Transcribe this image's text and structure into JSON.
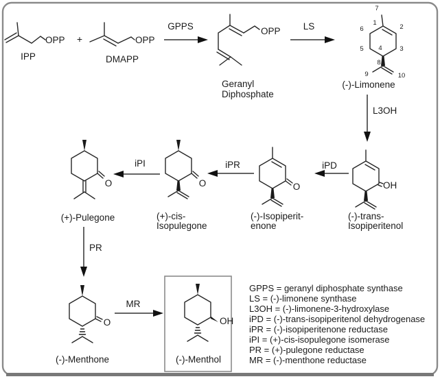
{
  "diagram_title": "menthol-biosynthesis-pathway",
  "pathway": {
    "plus": "+",
    "ipp": {
      "label": "IPP",
      "opp": "OPP"
    },
    "dmapp": {
      "label": "DMAPP",
      "opp": "OPP"
    },
    "gpp": {
      "line1": "Geranyl",
      "line2": "Diphosphate",
      "opp": "OPP"
    },
    "limonene": {
      "label": "(-)-Limonene",
      "numbers": [
        "1",
        "2",
        "3",
        "4",
        "5",
        "6",
        "7",
        "8",
        "9",
        "10"
      ]
    },
    "isopiperitenol": {
      "line1": "(-)-trans-",
      "line2": "Isopiperitenol",
      "group": "OH"
    },
    "isopiperitenone": {
      "line1": "(-)-Isopiperit-",
      "line2": "enone",
      "group": "O"
    },
    "isopulegone": {
      "line1": "(+)-cis-",
      "line2": "Isopulegone",
      "group": "O"
    },
    "pulegone": {
      "label": "(+)-Pulegone",
      "group": "O"
    },
    "menthone": {
      "label": "(-)-Menthone",
      "group": "O"
    },
    "menthol": {
      "label": "(-)-Menthol",
      "group": "OH"
    }
  },
  "enzymes": {
    "gpps": "GPPS",
    "ls": "LS",
    "l3oh": "L3OH",
    "ipd": "iPD",
    "ipr": "iPR",
    "ipi": "iPI",
    "pr": "PR",
    "mr": "MR"
  },
  "legend": {
    "lines": [
      "GPPS = geranyl diphosphate synthase",
      "LS = (-)-limonene synthase",
      "L3OH = (-)-limonene-3-hydroxylase",
      "iPD = (-)-trans-isopiperitenol dehydrogenase",
      "iPR = (-)-isopiperitenone reductase",
      "iPI = (+)-cis-isopulegone isomerase",
      "PR = (+)-pulegone reductase",
      "MR = (-)-menthone reductase"
    ]
  },
  "colors": {
    "bond": "#262626",
    "arrow_shaft": "#646464",
    "arrow_head": "#111111",
    "border": "#8a8a8a",
    "bottom_bar": "#787878",
    "background": "#ffffff"
  }
}
